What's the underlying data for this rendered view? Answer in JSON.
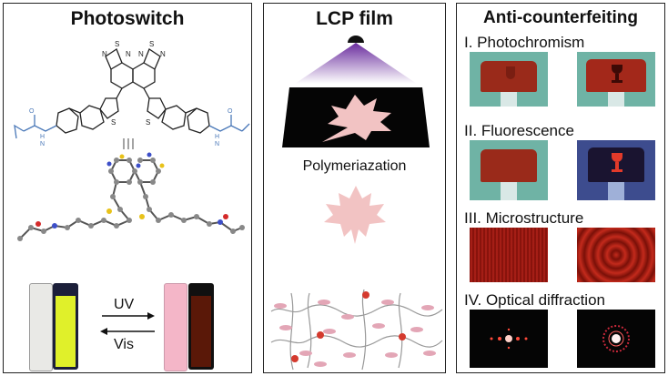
{
  "panels": {
    "photoswitch": {
      "title": "Photoswitch"
    },
    "lcp": {
      "title": "LCP film",
      "process_label": "Polymeriazation"
    },
    "anti": {
      "title": "Anti-counterfeiting",
      "sections": [
        {
          "label": "I. Photochromism"
        },
        {
          "label": "II. Fluorescence"
        },
        {
          "label": "III. Microstructure"
        },
        {
          "label": "IV. Optical diffraction"
        }
      ]
    }
  },
  "arrows": {
    "forward_label": "UV",
    "backward_label": "Vis"
  },
  "colors": {
    "molecule_blue": "#4a78b8",
    "uv_light_purple": "#6a2c9e",
    "leaf_pink": "#f2c3c3",
    "mesogen_pink": "#e3a6b6",
    "dye_red": "#d43a2e",
    "vial_yellow": "#e0f02a",
    "vial_pink": "#f4b6c8",
    "vial_dark_red": "#5a1808"
  }
}
